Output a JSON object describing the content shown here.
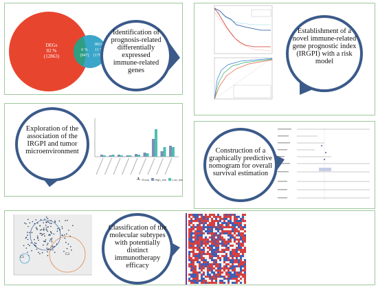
{
  "panel1": {
    "venn": {
      "degs_label": "DEGs",
      "degs_pct": "82 %",
      "degs_count": "(12863)",
      "overlap_pct": "6 %",
      "overlap_count": "(947)",
      "irgs_label": "IRGs",
      "irgs_pct": "11 %",
      "irgs_count": "(1793)"
    },
    "bubble_text": "Identification of prognosis-related differentially expressed immune-related genes"
  },
  "panel2": {
    "bubble_text": "Establishment of a novel immune-related gene prognostic index (IRGPI) with a risk model"
  },
  "panel3": {
    "bubble_text": "Exploration of the association of the IRGPI and tumor microenvironment",
    "chart_letter": "A",
    "legend_title": "Group",
    "legend_high": "High_risk",
    "legend_low": "Low_risk",
    "colors": {
      "high": "#7b8fb8",
      "low": "#4fbfb0"
    }
  },
  "panel4": {
    "bubble_text": "Construction of a graphically predictive nomogram for overall survival estimation"
  },
  "panel5": {
    "bubble_text": "Classification of the molecular subtypes with potentially distinct immunotherapy efficacy",
    "clusters": {
      "c1": "C1",
      "c2": "C2",
      "c3": "C3"
    }
  },
  "colors": {
    "border": "#9cc79a",
    "bubble_fill": "#ffffff",
    "bubble_stroke": "#3b5998",
    "arrow": "#3b5a8a",
    "degs": "#e8452f",
    "irgs": "#3aa6c9",
    "overlap": "#2f9e82"
  }
}
